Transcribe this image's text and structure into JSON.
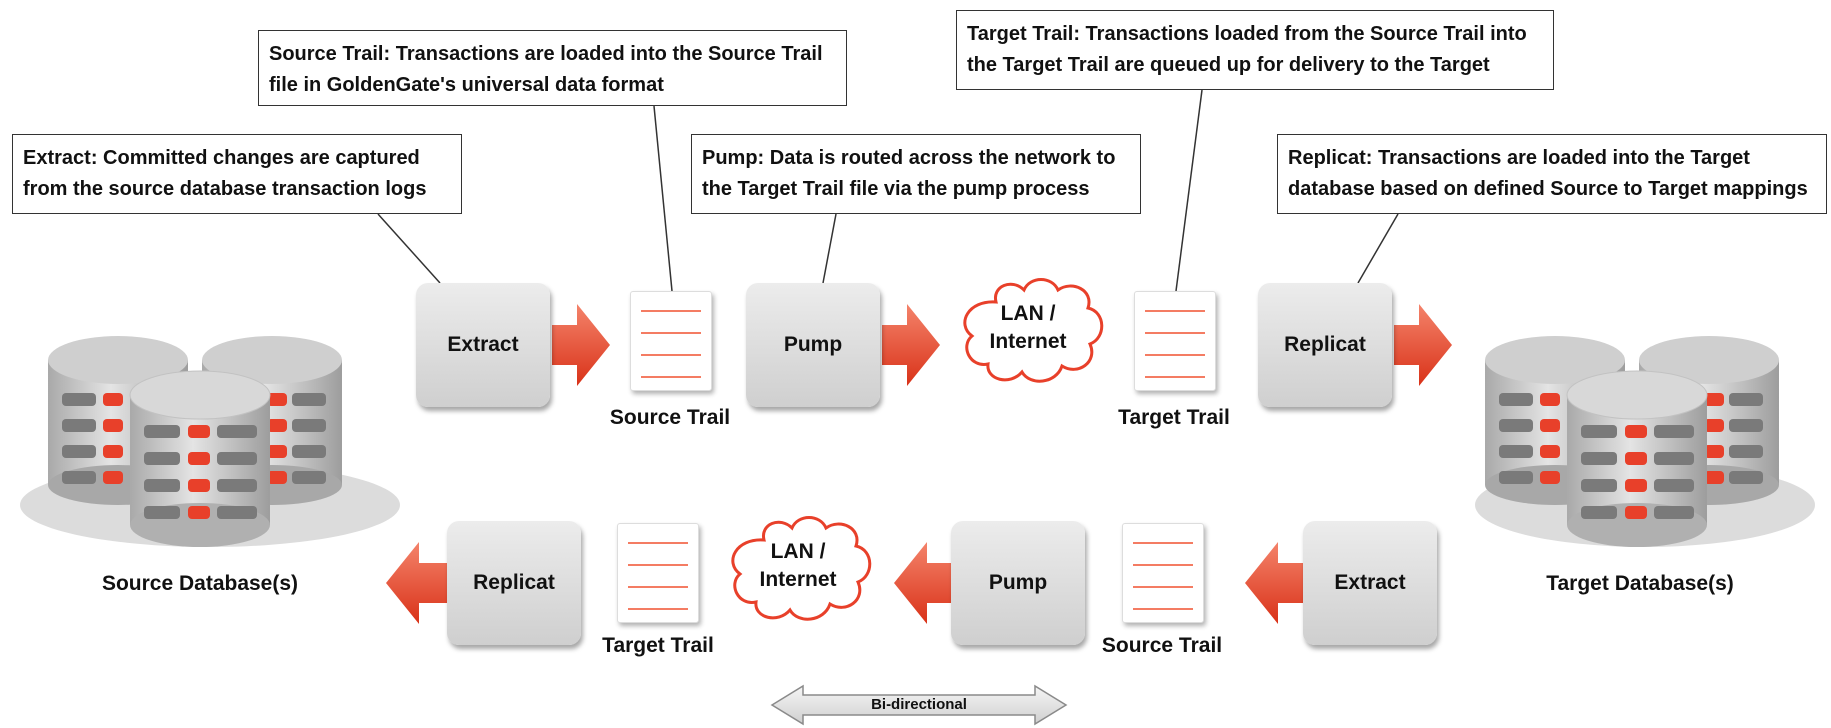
{
  "callouts": {
    "extract": {
      "line1": "Extract: Committed changes are captured",
      "line2": "from the source database transaction logs"
    },
    "source_trail": {
      "line1": "Source Trail: Transactions are loaded into the Source Trail",
      "line2": "file in GoldenGate's universal data format"
    },
    "pump": {
      "line1": "Pump: Data is routed across the network to",
      "line2": "the Target Trail file via the pump process"
    },
    "target_trail": {
      "line1": "Target Trail: Transactions loaded from the Source Trail into",
      "line2": "the Target Trail are queued up for delivery to the Target"
    },
    "replicat": {
      "line1": "Replicat: Transactions are loaded into the Target",
      "line2": "database based on defined Source to Target mappings"
    }
  },
  "top_row": {
    "extract": "Extract",
    "source_trail": "Source Trail",
    "pump": "Pump",
    "network_line1": "LAN /",
    "network_line2": "Internet",
    "target_trail": "Target Trail",
    "replicat": "Replicat"
  },
  "bottom_row": {
    "replicat": "Replicat",
    "target_trail": "Target Trail",
    "network_line1": "LAN /",
    "network_line2": "Internet",
    "pump": "Pump",
    "source_trail": "Source Trail",
    "extract": "Extract"
  },
  "databases": {
    "source": "Source Database(s)",
    "target": "Target Database(s)"
  },
  "bidirectional": "Bi-directional",
  "colors": {
    "accent_red": "#e8402a",
    "cylinder_gray": "#c4c4c4",
    "slot_gray": "#7a7a7a"
  }
}
